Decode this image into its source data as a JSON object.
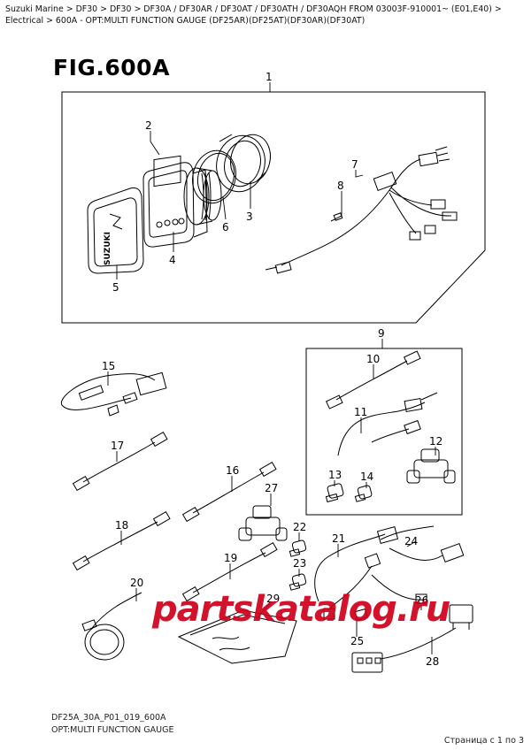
{
  "breadcrumb": "Suzuki Marine > DF30 > DF30 > DF30A / DF30AR / DF30AT / DF30ATH / DF30AQH FROM 03003F-910001~ (E01,E40) > Electrical > 600A - OPT:MULTI FUNCTION GAUGE (DF25AR)(DF25AT)(DF30AR)(DF30AT)",
  "figure_title": "FIG.600A",
  "callouts": [
    "1",
    "2",
    "3",
    "4",
    "5",
    "6",
    "7",
    "8",
    "9",
    "10",
    "11",
    "12",
    "13",
    "14",
    "15",
    "16",
    "17",
    "18",
    "19",
    "20",
    "21",
    "22",
    "23",
    "24",
    "25",
    "26",
    "27",
    "28",
    "29"
  ],
  "watermark": "partskatalog.ru",
  "logo_text": "SUZUKI",
  "footer_code": "DF25A_30A_P01_019_600A",
  "footer_title": "OPT:MULTI FUNCTION GAUGE",
  "page_count": "Страница с 1 по 3"
}
